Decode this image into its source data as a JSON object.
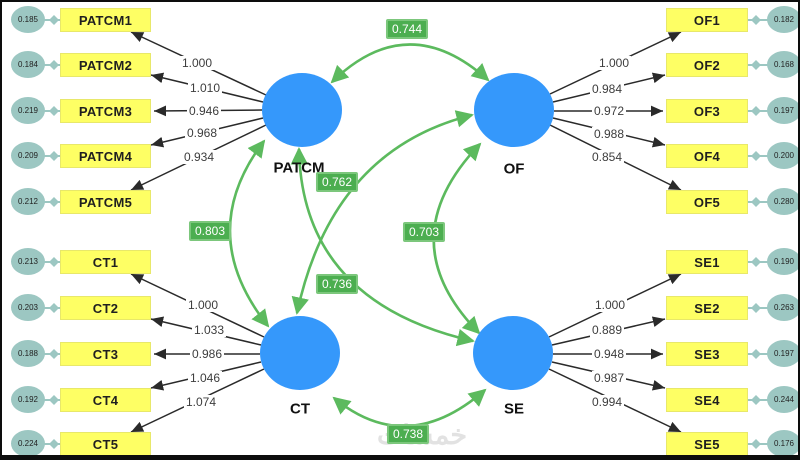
{
  "watermark": "خمسات",
  "colors": {
    "construct_fill": "#3598fb",
    "indicator_fill": "#feff64",
    "error_fill": "#9cc7c2",
    "covariance_arrow": "#5cba5e",
    "covariance_label_fill": "#4cae50",
    "loading_arrow": "#2a2a2a"
  },
  "constructs": [
    {
      "label": "PATCM",
      "indicators": [
        {
          "name": "PATCM1",
          "error": "0.185",
          "loading": "1.000"
        },
        {
          "name": "PATCM2",
          "error": "0.184",
          "loading": "1.010"
        },
        {
          "name": "PATCM3",
          "error": "0.219",
          "loading": "0.946"
        },
        {
          "name": "PATCM4",
          "error": "0.209",
          "loading": "0.968"
        },
        {
          "name": "PATCM5",
          "error": "0.212",
          "loading": "0.934"
        }
      ]
    },
    {
      "label": "OF",
      "indicators": [
        {
          "name": "OF1",
          "error": "0.182",
          "loading": "1.000"
        },
        {
          "name": "OF2",
          "error": "0.168",
          "loading": "0.984"
        },
        {
          "name": "OF3",
          "error": "0.197",
          "loading": "0.972"
        },
        {
          "name": "OF4",
          "error": "0.200",
          "loading": "0.988"
        },
        {
          "name": "OF5",
          "error": "0.280",
          "loading": "0.854"
        }
      ]
    },
    {
      "label": "CT",
      "indicators": [
        {
          "name": "CT1",
          "error": "0.213",
          "loading": "1.000"
        },
        {
          "name": "CT2",
          "error": "0.203",
          "loading": "1.033"
        },
        {
          "name": "CT3",
          "error": "0.188",
          "loading": "0.986"
        },
        {
          "name": "CT4",
          "error": "0.192",
          "loading": "1.046"
        },
        {
          "name": "CT5",
          "error": "0.224",
          "loading": "1.074"
        }
      ]
    },
    {
      "label": "SE",
      "indicators": [
        {
          "name": "SE1",
          "error": "0.190",
          "loading": "1.000"
        },
        {
          "name": "SE2",
          "error": "0.263",
          "loading": "0.889"
        },
        {
          "name": "SE3",
          "error": "0.197",
          "loading": "0.948"
        },
        {
          "name": "SE4",
          "error": "0.244",
          "loading": "0.987"
        },
        {
          "name": "SE5",
          "error": "0.176",
          "loading": "0.994"
        }
      ]
    }
  ],
  "covariances": [
    {
      "pair": "PATCM-OF",
      "value": "0.744"
    },
    {
      "pair": "PATCM-CT",
      "value": "0.803"
    },
    {
      "pair": "CT-OF",
      "value": "0.762"
    },
    {
      "pair": "PATCM-SE",
      "value": "0.736"
    },
    {
      "pair": "OF-SE",
      "value": "0.703"
    },
    {
      "pair": "CT-SE",
      "value": "0.738"
    }
  ]
}
